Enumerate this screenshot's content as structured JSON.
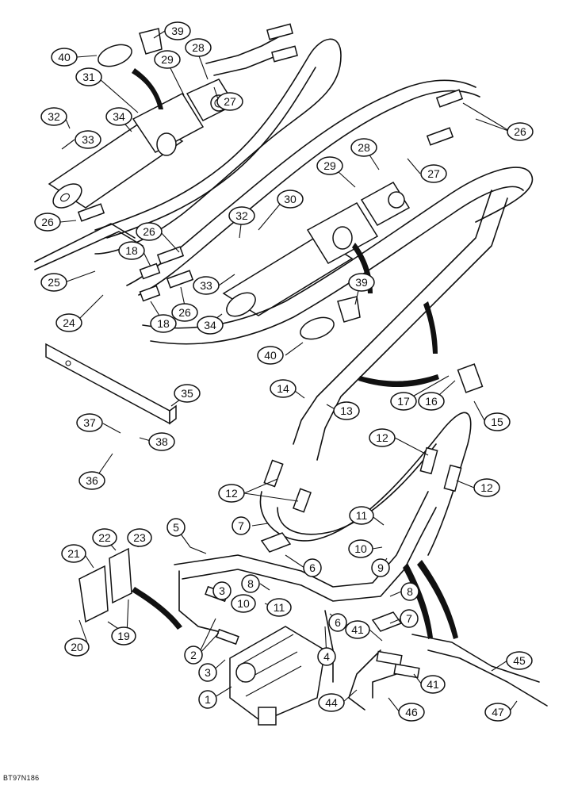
{
  "figure": {
    "document_code": "BT97N186"
  },
  "callouts": [
    {
      "id": "c40a",
      "label": "40"
    },
    {
      "id": "c39a",
      "label": "39"
    },
    {
      "id": "c28a",
      "label": "28"
    },
    {
      "id": "c29a",
      "label": "29"
    },
    {
      "id": "c31",
      "label": "31"
    },
    {
      "id": "c27a",
      "label": "27"
    },
    {
      "id": "c32a",
      "label": "32"
    },
    {
      "id": "c34a",
      "label": "34"
    },
    {
      "id": "c33a",
      "label": "33"
    },
    {
      "id": "c26a",
      "label": "26"
    },
    {
      "id": "c28b",
      "label": "28"
    },
    {
      "id": "c29b",
      "label": "29"
    },
    {
      "id": "c27b",
      "label": "27"
    },
    {
      "id": "c30",
      "label": "30"
    },
    {
      "id": "c32b",
      "label": "32"
    },
    {
      "id": "c26b",
      "label": "26"
    },
    {
      "id": "c26c",
      "label": "26"
    },
    {
      "id": "c18a",
      "label": "18"
    },
    {
      "id": "c33b",
      "label": "33"
    },
    {
      "id": "c39b",
      "label": "39"
    },
    {
      "id": "c25",
      "label": "25"
    },
    {
      "id": "c24",
      "label": "24"
    },
    {
      "id": "c18b",
      "label": "18"
    },
    {
      "id": "c26d",
      "label": "26"
    },
    {
      "id": "c34b",
      "label": "34"
    },
    {
      "id": "c40b",
      "label": "40"
    },
    {
      "id": "c35",
      "label": "35"
    },
    {
      "id": "c14",
      "label": "14"
    },
    {
      "id": "c13",
      "label": "13"
    },
    {
      "id": "c17",
      "label": "17"
    },
    {
      "id": "c16",
      "label": "16"
    },
    {
      "id": "c15",
      "label": "15"
    },
    {
      "id": "c37",
      "label": "37"
    },
    {
      "id": "c38",
      "label": "38"
    },
    {
      "id": "c36",
      "label": "36"
    },
    {
      "id": "c12a",
      "label": "12"
    },
    {
      "id": "c12b",
      "label": "12"
    },
    {
      "id": "c12c",
      "label": "12"
    },
    {
      "id": "c7a",
      "label": "7"
    },
    {
      "id": "c11a",
      "label": "11"
    },
    {
      "id": "c5",
      "label": "5"
    },
    {
      "id": "c23",
      "label": "23"
    },
    {
      "id": "c22",
      "label": "22"
    },
    {
      "id": "c10a",
      "label": "10"
    },
    {
      "id": "c21",
      "label": "21"
    },
    {
      "id": "c9",
      "label": "9"
    },
    {
      "id": "c6a",
      "label": "6"
    },
    {
      "id": "c8a",
      "label": "8"
    },
    {
      "id": "c3a",
      "label": "3"
    },
    {
      "id": "c8b",
      "label": "8"
    },
    {
      "id": "c10b",
      "label": "10"
    },
    {
      "id": "c11b",
      "label": "11"
    },
    {
      "id": "c6b",
      "label": "6"
    },
    {
      "id": "c7b",
      "label": "7"
    },
    {
      "id": "c20",
      "label": "20"
    },
    {
      "id": "c19",
      "label": "19"
    },
    {
      "id": "c41a",
      "label": "41"
    },
    {
      "id": "c2",
      "label": "2"
    },
    {
      "id": "c4",
      "label": "4"
    },
    {
      "id": "c45",
      "label": "45"
    },
    {
      "id": "c3b",
      "label": "3"
    },
    {
      "id": "c41b",
      "label": "41"
    },
    {
      "id": "c1",
      "label": "1"
    },
    {
      "id": "c44",
      "label": "44"
    },
    {
      "id": "c46",
      "label": "46"
    },
    {
      "id": "c47",
      "label": "47"
    }
  ]
}
